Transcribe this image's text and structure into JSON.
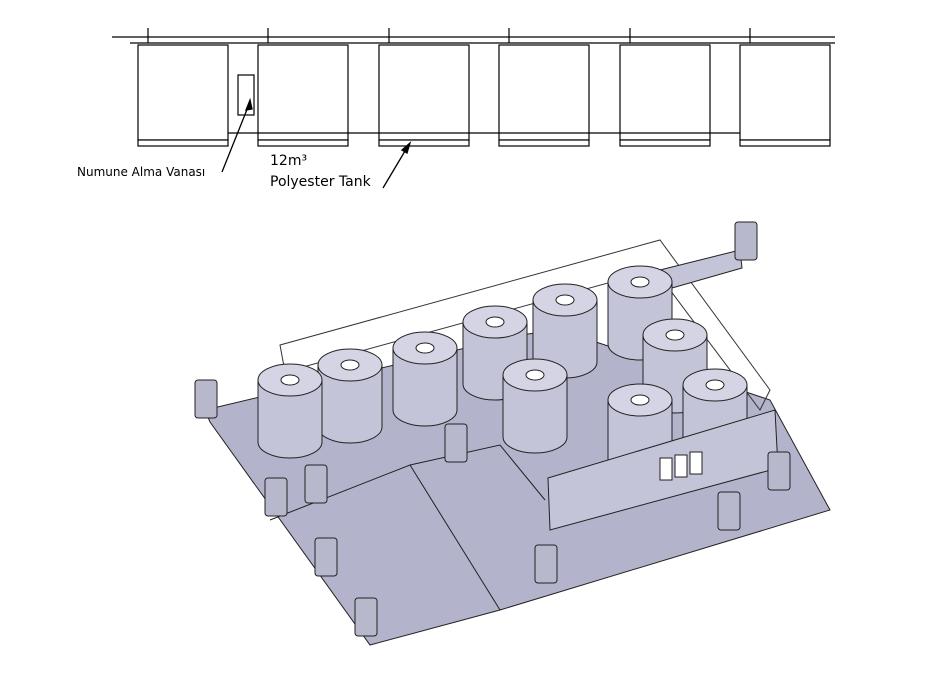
{
  "annotations": {
    "sampling_valve": "Numune Alma Vanası",
    "tank_volume": "12m³",
    "tank_type": "Polyester Tank"
  },
  "colors": {
    "model_fill": "#c4c4d8",
    "floor_fill": "#b3b4cb",
    "line": "#000000"
  }
}
